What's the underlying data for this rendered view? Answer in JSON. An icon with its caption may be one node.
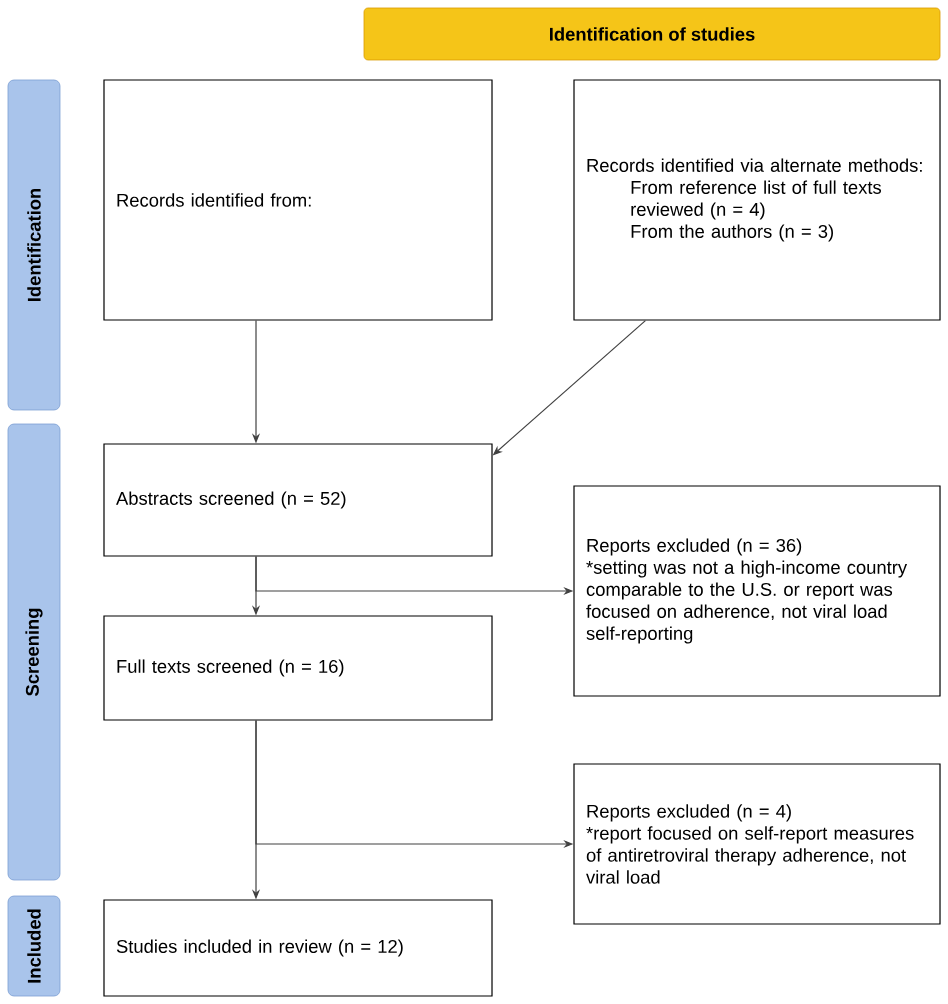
{
  "diagram": {
    "nodes": [
      {
        "text": [
          "Identification of studies"
        ]
      },
      {
        "text": [
          "Identification"
        ]
      },
      {
        "text": [
          "Screening"
        ]
      },
      {
        "text": [
          "Included"
        ]
      },
      {
        "text": [
          "Records identified from:"
        ]
      },
      {
        "text": [
          "Records identified via alternate methods:",
          "From reference list of full texts reviewed (n = 4)",
          "From the authors (n = 3)"
        ]
      },
      {
        "text": [
          "Abstracts screened (n = 52)"
        ]
      },
      {
        "text": [
          "Reports excluded (n = 36)",
          "*setting was not a high-income country comparable to the U.S. or report was focused on adherence, not viral load self-reporting"
        ]
      },
      {
        "text": [
          "Full texts screened (n = 16)"
        ]
      },
      {
        "text": [
          "Reports excluded (n = 4)",
          "*report focused on self-report measures of antiretroviral therapy adherence, not viral load"
        ]
      },
      {
        "text": [
          "Studies included in review (n = 12)"
        ]
      }
    ],
    "edges": [
      {
        "from": 4,
        "to": 6,
        "arrow": "to"
      },
      {
        "from": 5,
        "to": 6,
        "arrow": "to"
      },
      {
        "from": 6,
        "to": 8,
        "arrow": "to"
      },
      {
        "from": 6,
        "to": 7,
        "arrow": "to"
      },
      {
        "from": 8,
        "to": 10,
        "arrow": "to"
      },
      {
        "from": 8,
        "to": 9,
        "arrow": "to"
      }
    ]
  }
}
